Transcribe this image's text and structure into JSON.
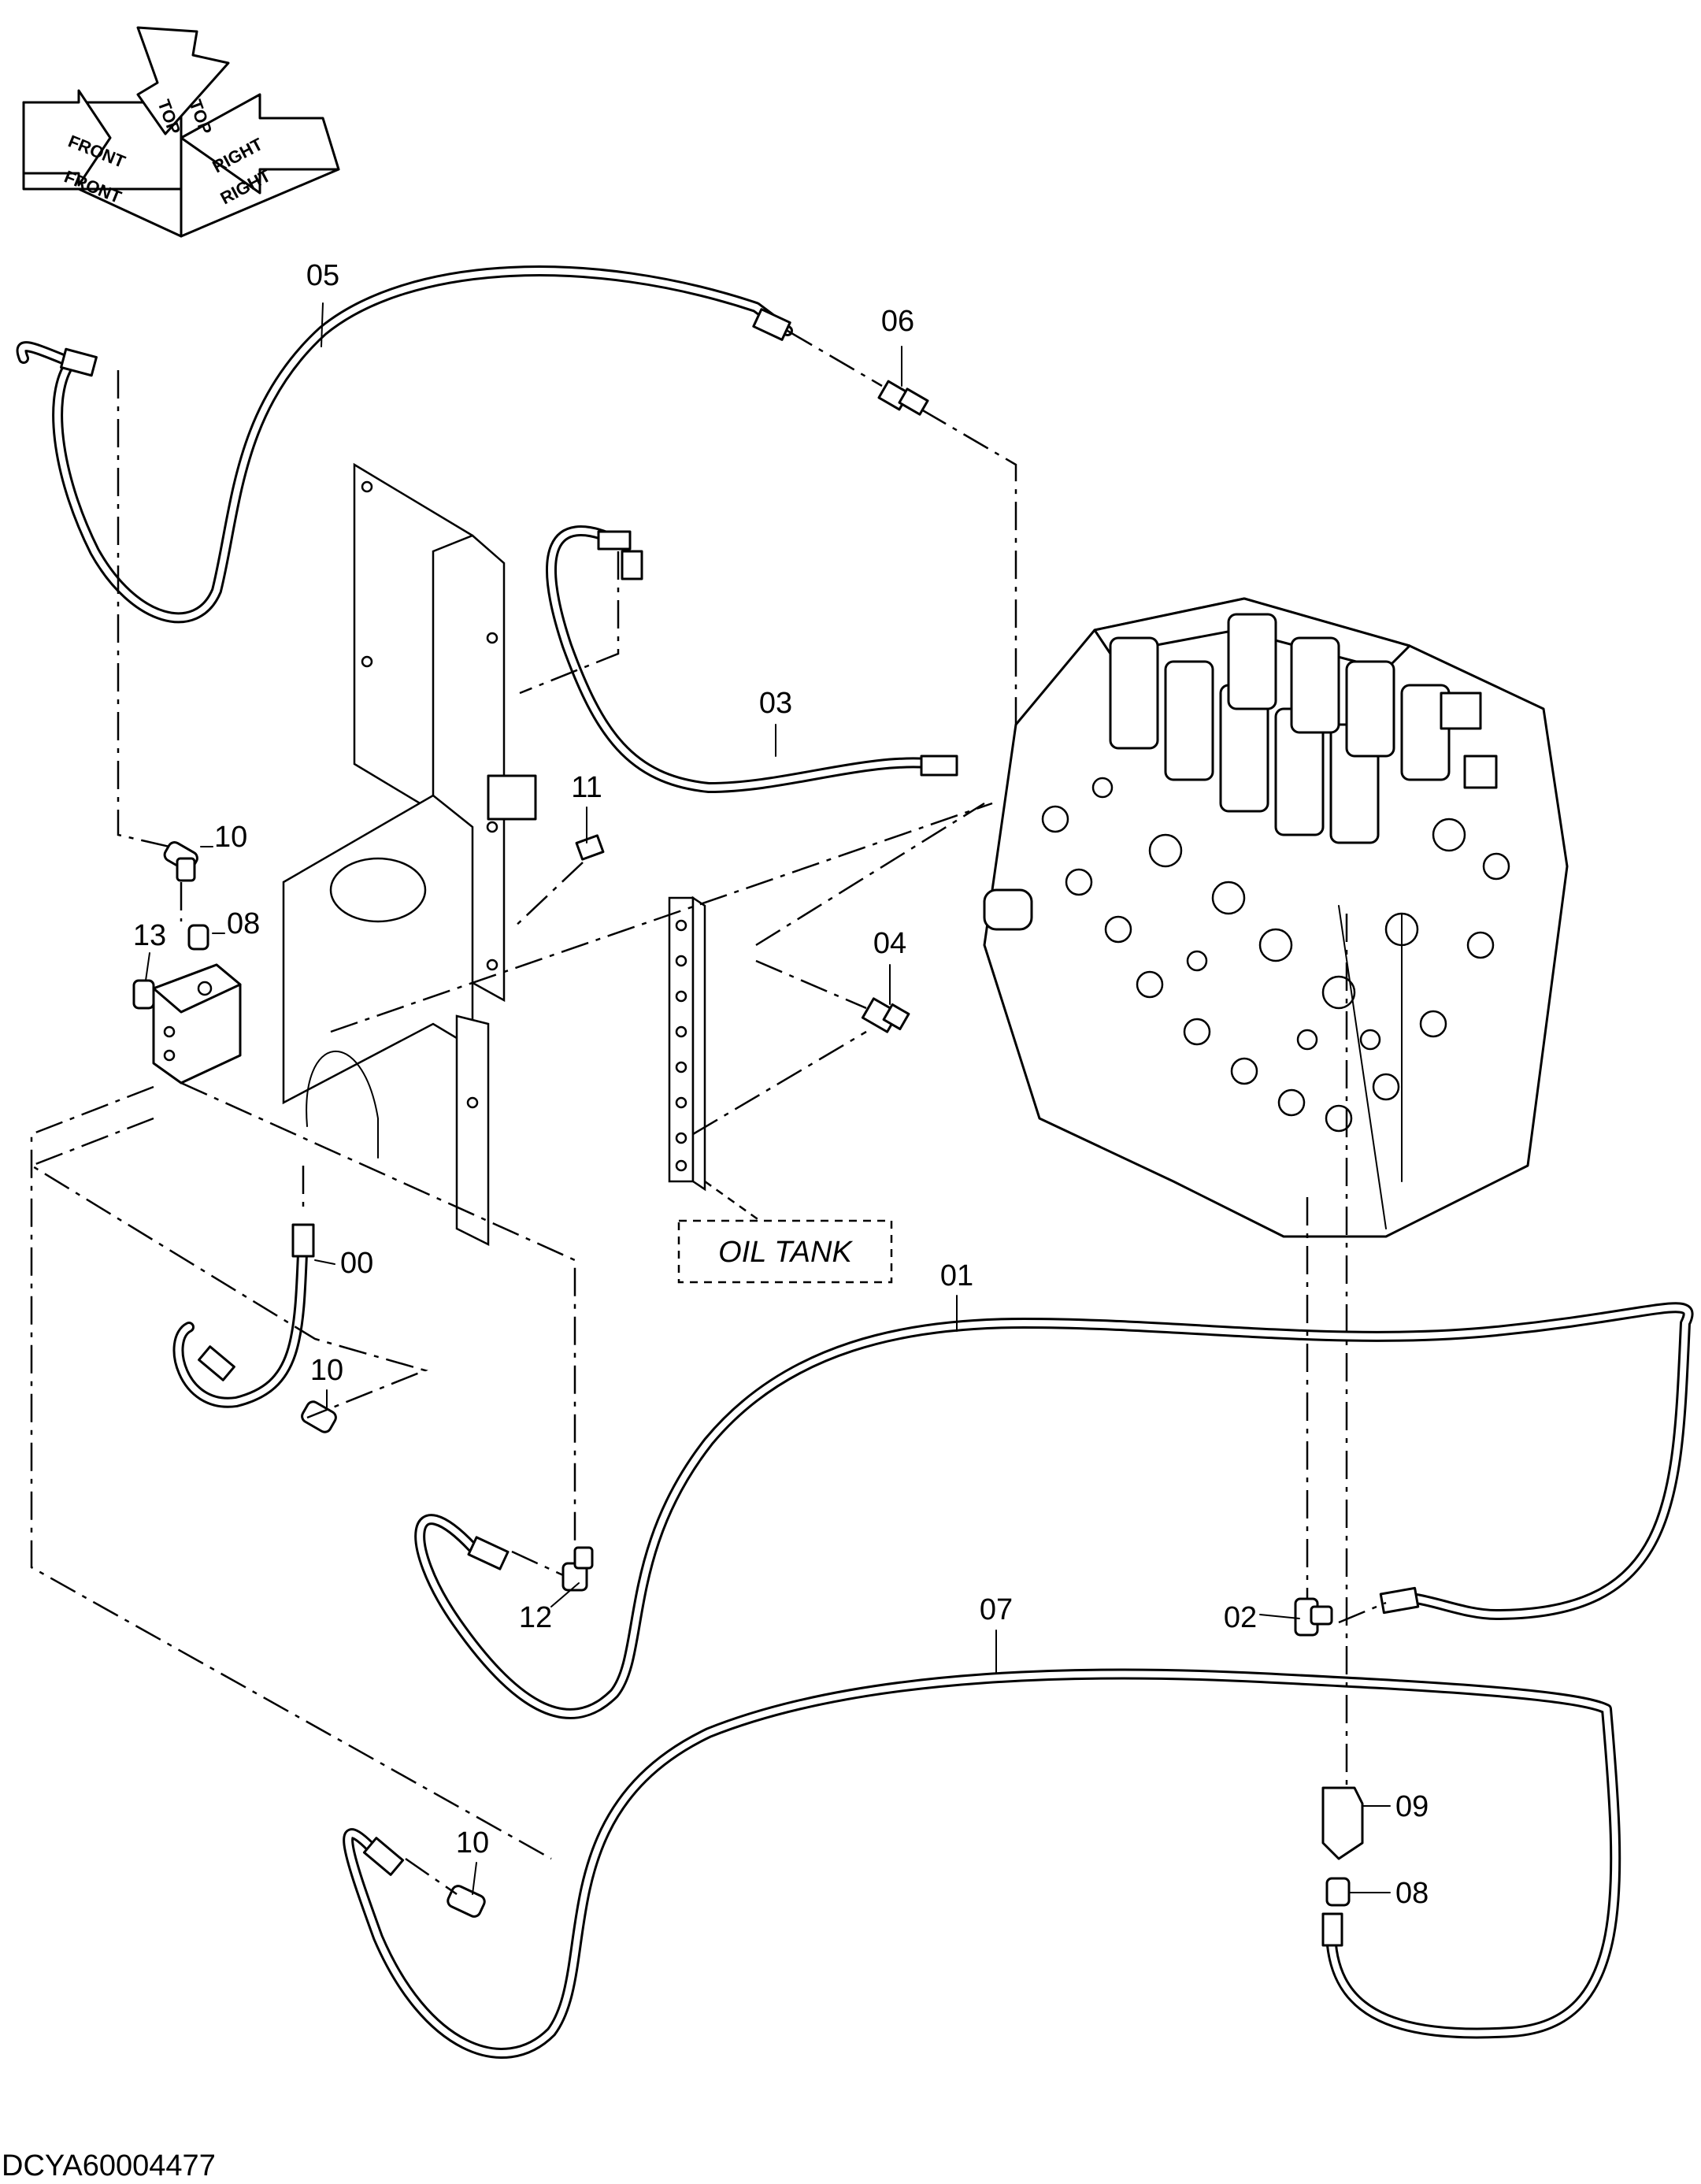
{
  "orientation": {
    "top": "TOP",
    "front": "FRONT",
    "right": "RIGHT"
  },
  "parts": {
    "p00": "00",
    "p01": "01",
    "p02": "02",
    "p03": "03",
    "p04": "04",
    "p05": "05",
    "p06": "06",
    "p07": "07",
    "p08a": "08",
    "p08b": "08",
    "p09": "09",
    "p10a": "10",
    "p10b": "10",
    "p10c": "10",
    "p11": "11",
    "p12": "12",
    "p13": "13"
  },
  "oil_tank_label": "OIL TANK",
  "drawing_code": "DCYA60004477"
}
